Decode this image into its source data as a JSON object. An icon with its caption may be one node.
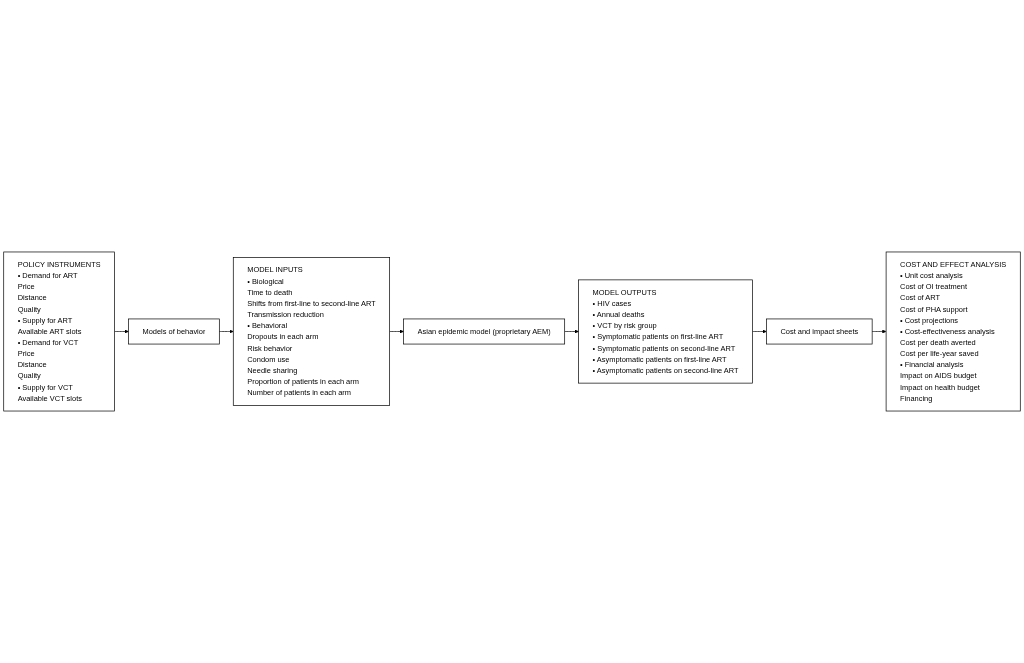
{
  "diagram": {
    "nodes": [
      {
        "text": [
          "POLICY INSTRUMENTS",
          "• Demand for ART",
          "Price",
          "Distance",
          "Quality",
          "• Supply for ART",
          "Available ART slots",
          "• Demand for VCT",
          "Price",
          "Distance",
          "Quality",
          "• Supply for VCT",
          "Available VCT slots"
        ]
      },
      {
        "text": [
          "MODEL INPUTS",
          "• Biological",
          "Time to death",
          "Shifts from first-line to second-line ART",
          "Transmission reduction",
          "• Behavioral",
          "Dropouts in each arm",
          "Risk behavior",
          "Condom use",
          "Needle sharing",
          "Proportion of patients in each arm",
          "Number of patients in each arm"
        ]
      },
      {
        "text": [
          "MODEL OUTPUTS",
          "• HIV cases",
          "• Annual deaths",
          "• VCT by risk group",
          "• Symptomatic patients on first-line ART",
          "• Symptomatic patients on second-line ART",
          "• Asymptomatic patients on first-line ART",
          "• Asymptomatic patients on second-line ART"
        ]
      },
      {
        "text": [
          "COST AND EFFECT ANALYSIS",
          "• Unit cost analysis",
          "Cost of OI treatment",
          "Cost of ART",
          "Cost of PHA support",
          "• Cost projections",
          "• Cost-effectiveness analysis",
          "Cost per death averted",
          "Cost per life-year saved",
          "• Financial analysis",
          "Impact on AIDS budget",
          "Impact on health budget",
          "Financing"
        ]
      },
      {
        "text": [
          "Models of behavior"
        ]
      },
      {
        "text": [
          "Asian epidemic model (proprietary AEM)"
        ]
      },
      {
        "text": [
          "Cost and impact sheets"
        ]
      }
    ],
    "edges": [
      {
        "from": 0,
        "to": 4,
        "arrow": "to"
      },
      {
        "from": 4,
        "to": 1,
        "arrow": "to"
      },
      {
        "from": 1,
        "to": 5,
        "arrow": "to"
      },
      {
        "from": 5,
        "to": 2,
        "arrow": "to"
      },
      {
        "from": 2,
        "to": 6,
        "arrow": "to"
      },
      {
        "from": 6,
        "to": 3,
        "arrow": "to"
      }
    ]
  }
}
